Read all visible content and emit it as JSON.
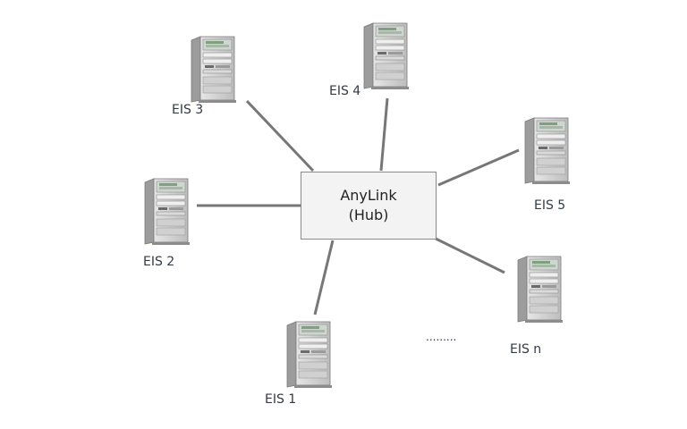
{
  "hub": {
    "line1": "AnyLink",
    "line2": "(Hub)"
  },
  "nodes": [
    {
      "id": "eis-3",
      "label": "EIS 3",
      "icon": "server-tower-icon"
    },
    {
      "id": "eis-4",
      "label": "EIS 4",
      "icon": "server-tower-icon"
    },
    {
      "id": "eis-5",
      "label": "EIS 5",
      "icon": "server-tower-icon"
    },
    {
      "id": "eis-2",
      "label": "EIS 2",
      "icon": "server-tower-icon"
    },
    {
      "id": "eis-n",
      "label": "EIS n",
      "icon": "server-tower-icon"
    },
    {
      "id": "eis-1",
      "label": "EIS 1",
      "icon": "server-tower-icon"
    }
  ],
  "ellipsis": ".........",
  "colors": {
    "connector": "#777777",
    "hub_fill": "#f3f3f3",
    "hub_border": "#8a8a8a",
    "label_text": "#333a44",
    "server_body": "#d4d4d4"
  }
}
